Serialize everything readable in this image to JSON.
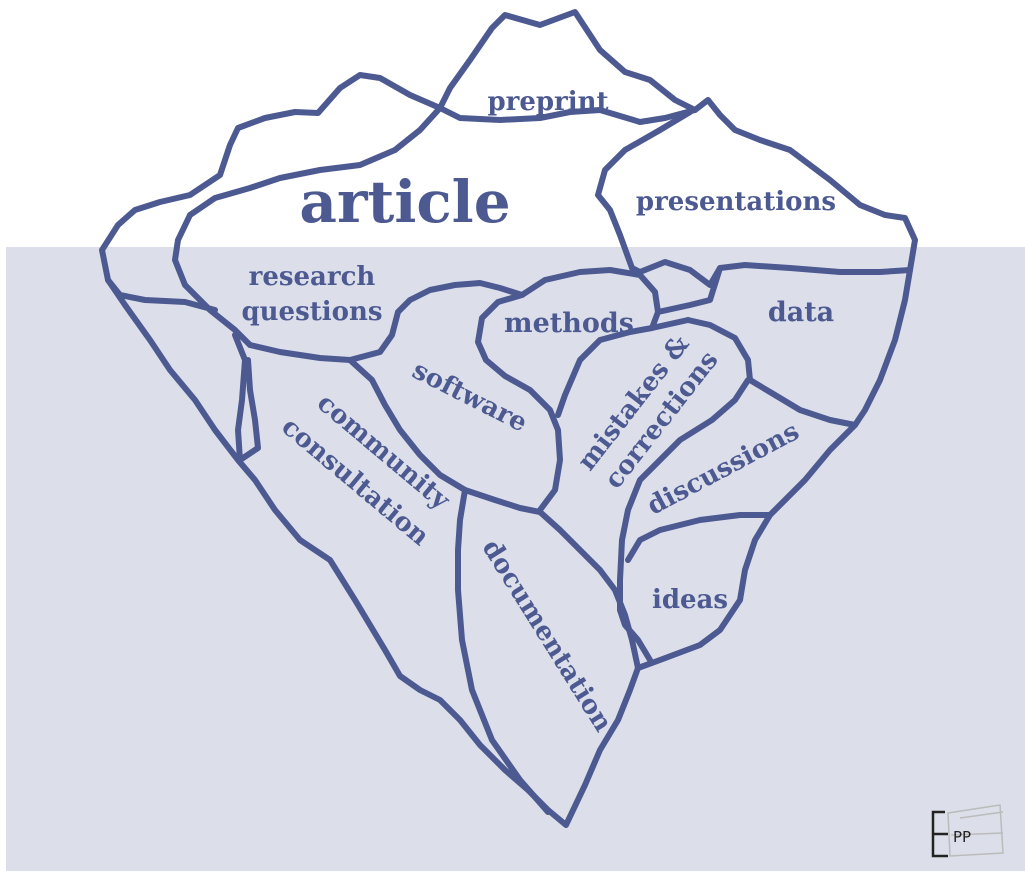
{
  "colors": {
    "water": "#dcdfea",
    "ink": "#4d5a92",
    "above_water": "#ffffff"
  },
  "labels": {
    "preprint": "preprint",
    "article": "article",
    "presentations": "presentations",
    "research_questions_1": "research",
    "research_questions_2": "questions",
    "methods": "methods",
    "data": "data",
    "software": "software",
    "mistakes_1": "mistakes &",
    "mistakes_2": "corrections",
    "community_1": "community",
    "community_2": "consultation",
    "discussions": "discussions",
    "documentation": "documentation",
    "ideas": "ideas"
  },
  "logo": {
    "text": "PP"
  }
}
